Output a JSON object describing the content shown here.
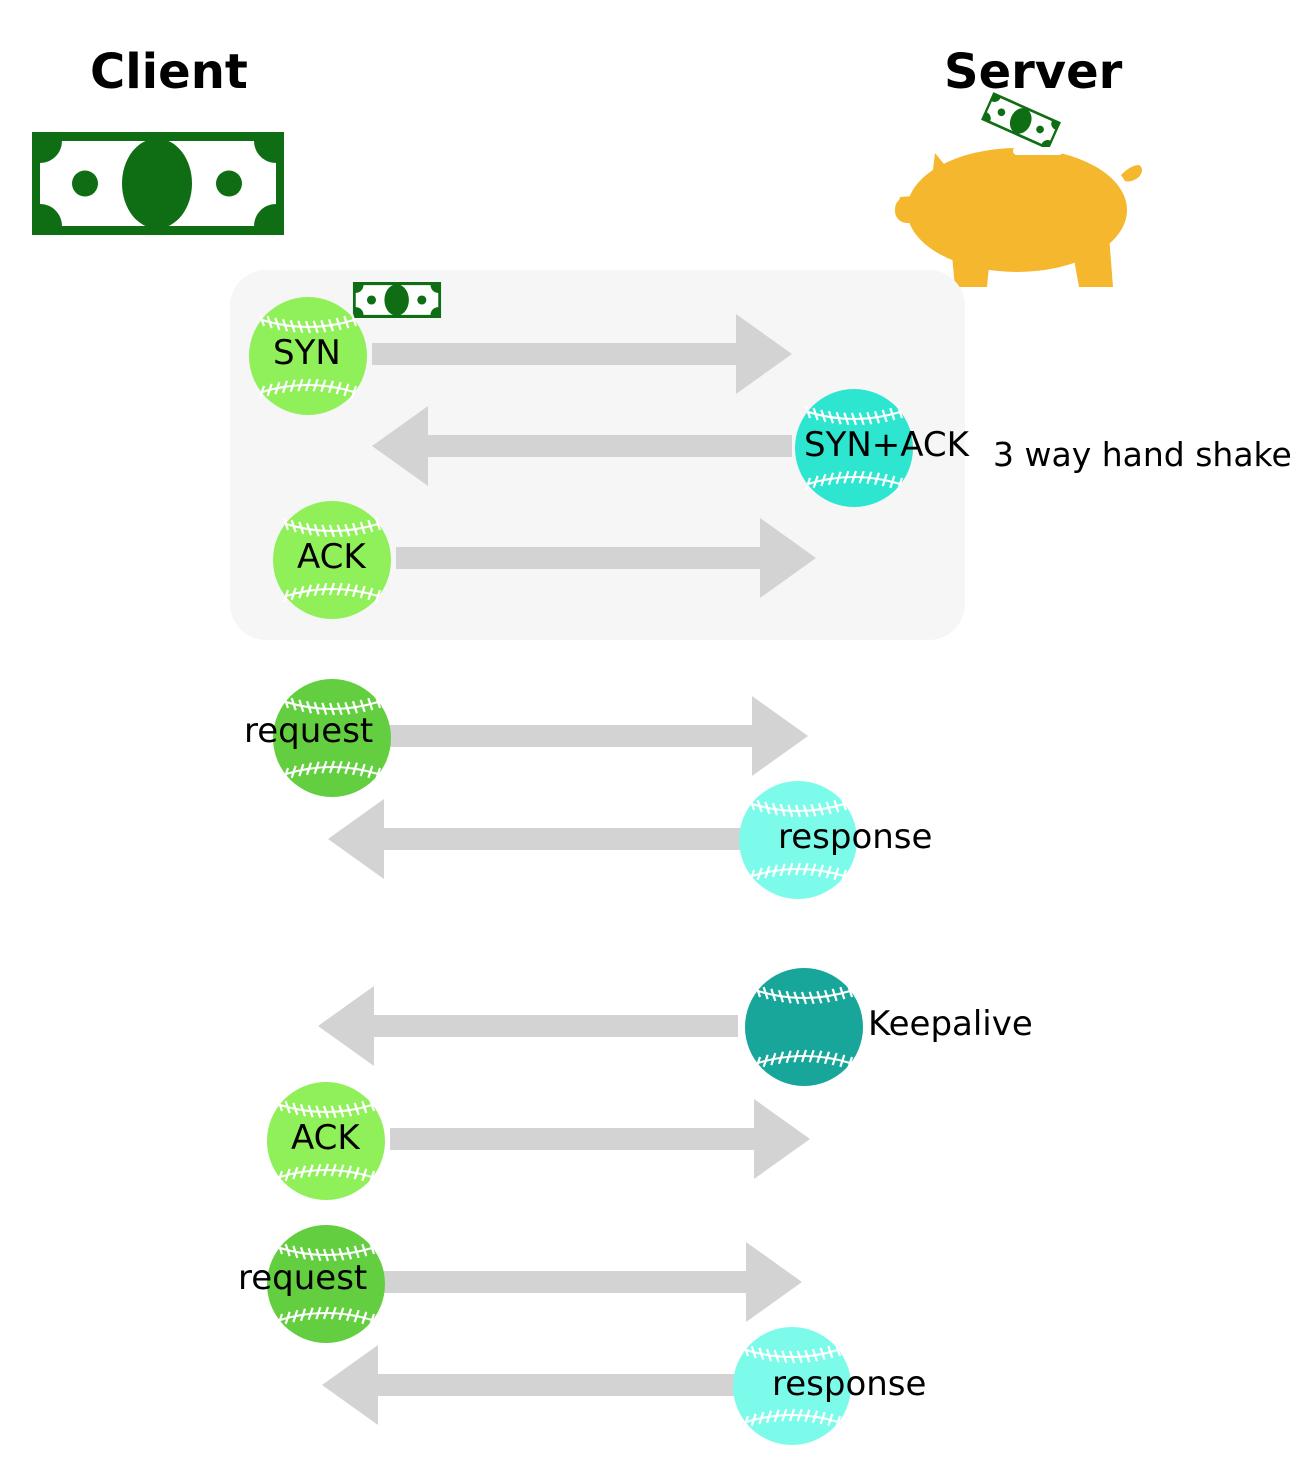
{
  "headings": {
    "client": "Client",
    "server": "Server"
  },
  "annotation": "3 way hand shake",
  "colors": {
    "arrow": "#d3d3d3",
    "bill_green": "#0f6e14",
    "piggy_bank": "#f5b72e",
    "ball_light_green": "#8ff05a",
    "ball_green": "#63cf40",
    "ball_turquoise": "#2ee6cf",
    "ball_light_cyan": "#7dfbea",
    "ball_teal": "#17a699",
    "stitch": "#ffffff"
  },
  "icons": {
    "client": "money-bill-icon",
    "server": "piggy-bank-icon",
    "syn_attachment": "money-bill-icon",
    "message": "baseball-icon"
  },
  "messages": [
    {
      "label": "SYN",
      "direction": "client-to-server",
      "ball_color": "ball_light_green",
      "handshake": true
    },
    {
      "label": "SYN+ACK",
      "direction": "server-to-client",
      "ball_color": "ball_turquoise",
      "handshake": true
    },
    {
      "label": "ACK",
      "direction": "client-to-server",
      "ball_color": "ball_light_green",
      "handshake": true
    },
    {
      "label": "request",
      "direction": "client-to-server",
      "ball_color": "ball_green",
      "handshake": false
    },
    {
      "label": "response",
      "direction": "server-to-client",
      "ball_color": "ball_light_cyan",
      "handshake": false
    },
    {
      "label": "Keepalive",
      "direction": "server-to-client",
      "ball_color": "ball_teal",
      "handshake": false
    },
    {
      "label": "ACK",
      "direction": "client-to-server",
      "ball_color": "ball_light_green",
      "handshake": false
    },
    {
      "label": "request",
      "direction": "client-to-server",
      "ball_color": "ball_green",
      "handshake": false
    },
    {
      "label": "response",
      "direction": "server-to-client",
      "ball_color": "ball_light_cyan",
      "handshake": false
    }
  ]
}
